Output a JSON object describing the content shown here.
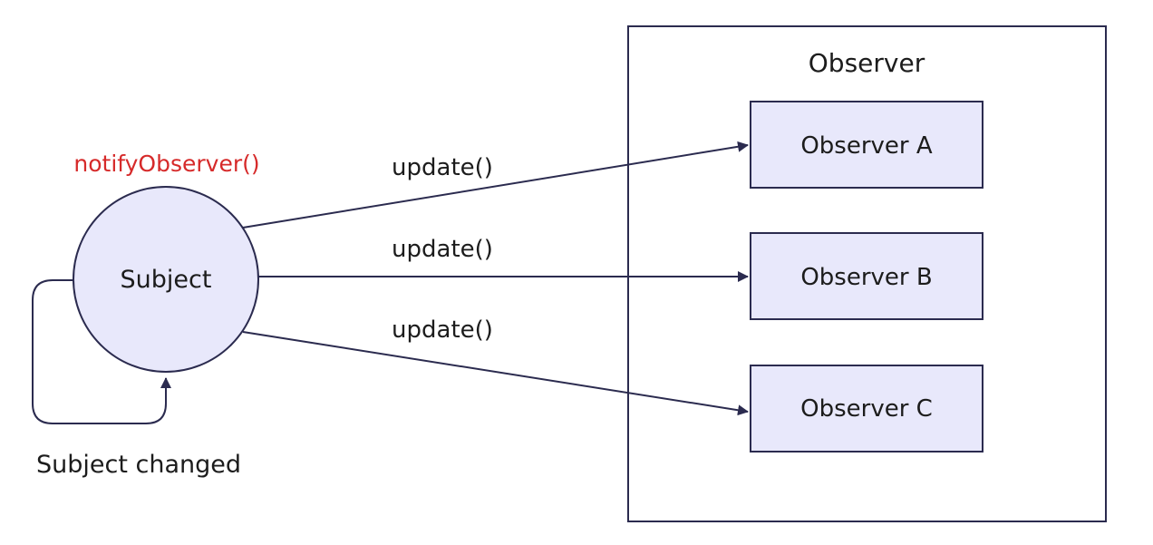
{
  "subject": {
    "label": "Subject",
    "method": "notifyObserver()",
    "self_loop_label": "Subject changed"
  },
  "observer_group": {
    "title": "Observer",
    "members": [
      "Observer A",
      "Observer B",
      "Observer C"
    ]
  },
  "calls": [
    "update()",
    "update()",
    "update()"
  ],
  "colors": {
    "stroke": "#2b2b4f",
    "node_fill": "#e8e8fb",
    "method_text": "#d62a2a",
    "text": "#1c1c1c",
    "background": "#ffffff"
  }
}
